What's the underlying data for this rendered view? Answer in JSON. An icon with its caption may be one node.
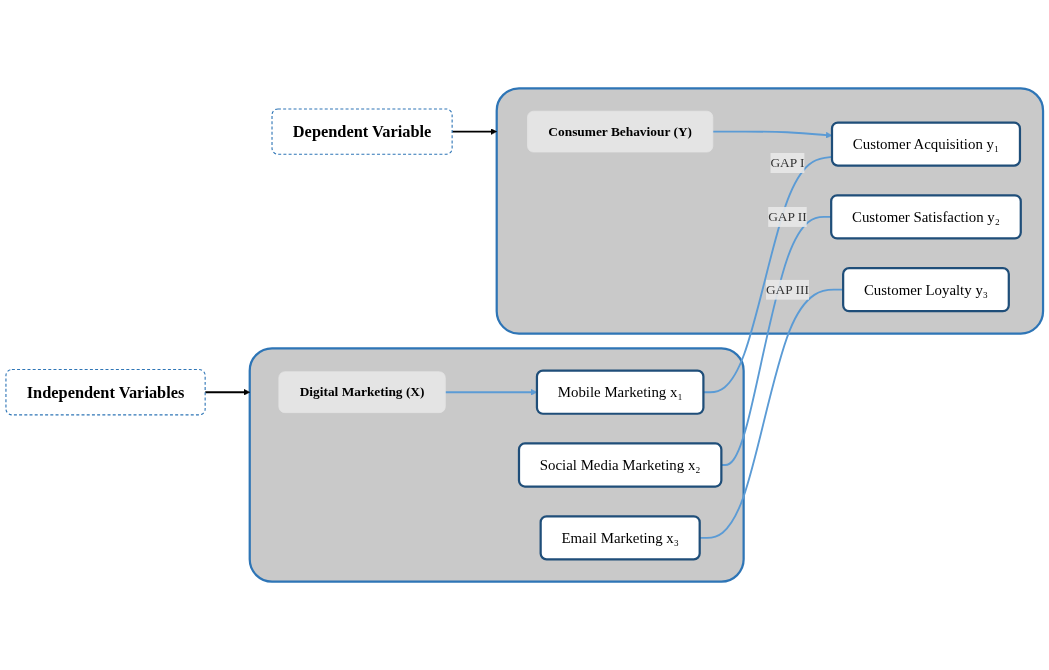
{
  "diagram": {
    "nodes": [
      {
        "text": [
          "Independent Variables"
        ]
      },
      {
        "text": [
          "Dependent Variable"
        ]
      },
      {
        "text": [],
        "shape": "box"
      },
      {
        "text": [
          "Digital Marketing (X)"
        ],
        "in": 2
      },
      {
        "text": [
          "Mobile Marketing x₁"
        ],
        "in": 2
      },
      {
        "text": [
          "Social Media Marketing x₂"
        ],
        "in": 2
      },
      {
        "text": [
          "Email Marketing x₃"
        ],
        "in": 2
      },
      {
        "text": [],
        "shape": "box"
      },
      {
        "text": [
          "Consumer Behaviour (Y)"
        ],
        "in": 7
      },
      {
        "text": [
          "Customer Acquisition y₁"
        ],
        "in": 7
      },
      {
        "text": [
          "Customer Satisfaction y₂"
        ],
        "in": 7
      },
      {
        "text": [
          "Customer Loyalty y₃"
        ],
        "in": 7
      }
    ],
    "edges": [
      {
        "from": 0,
        "to": 2,
        "arrow": "to",
        "color": "#000000"
      },
      {
        "from": 1,
        "to": 7,
        "arrow": "to",
        "color": "#000000"
      },
      {
        "from": 3,
        "to": 4,
        "arrow": "to"
      },
      {
        "from": 8,
        "to": 9,
        "arrow": "to"
      },
      {
        "from": 4,
        "to": 9,
        "arrow": "none",
        "label": "GAP I"
      },
      {
        "from": 5,
        "to": 10,
        "arrow": "none",
        "label": "GAP II"
      },
      {
        "from": 6,
        "to": 11,
        "arrow": "none",
        "label": "GAP III"
      }
    ]
  }
}
